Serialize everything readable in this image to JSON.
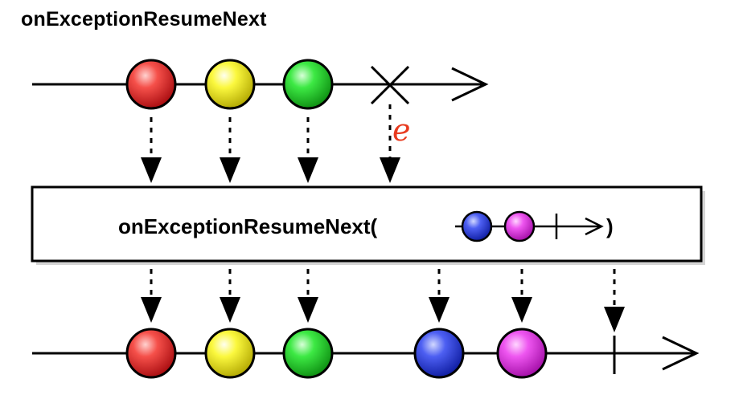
{
  "title": "onExceptionResumeNext",
  "operator": {
    "name": "onExceptionResumeNext",
    "open_paren": "(",
    "close_paren": ")"
  },
  "error_label": "e",
  "colors": {
    "red": "#e8141b",
    "yellow": "#f5f20d",
    "green": "#14d61a",
    "blue": "#1f36e6",
    "magenta": "#e51ee8",
    "error_label": "#e83a1e",
    "line": "#000000"
  },
  "source_items": [
    "red",
    "yellow",
    "green"
  ],
  "resume_items": [
    "blue",
    "magenta"
  ],
  "output_items": [
    "red",
    "yellow",
    "green",
    "blue",
    "magenta"
  ]
}
